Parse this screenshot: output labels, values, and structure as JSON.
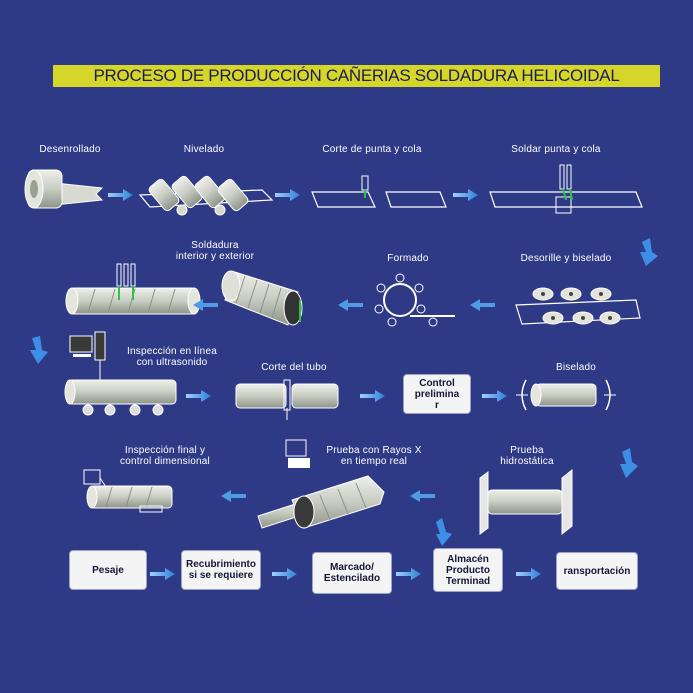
{
  "title": "PROCESO DE PRODUCCIÓN CAÑERIAS SOLDADURA HELICOIDAL",
  "steps": {
    "desenrollado": "Desenrollado",
    "nivelado": "Nivelado",
    "corte_punta": "Corte de punta y cola",
    "soldar_punta": "Soldar punta y cola",
    "desorille": "Desorille y biselado",
    "formado": "Formado",
    "soldadura": "Soldadura\ninterior y exterior",
    "inspeccion_ultrasonido": "Inspección en línea\ncon  ultrasonido",
    "corte_tubo": "Corte del tubo",
    "biselado": "Biselado",
    "prueba_hidro": "Prueba\nhidrostática",
    "rayos_x": "Prueba con Rayos X\nen  tiempo real",
    "inspeccion_final": "Inspección final y\ncontrol dimensional"
  },
  "boxes": {
    "control": "Control\nprelimina\nr",
    "pesaje": "Pesaje",
    "recubrimiento": "Recubrimiento\nsi se requiere",
    "marcado": "Marcado/\nEstencilado",
    "almacen": "Almacén\nProducto\nTerminad",
    "transportacion": "ransportación"
  },
  "colors": {
    "background": "#2e3a86",
    "title_band": "#d6d62a",
    "arrow": "#4f9be6",
    "pipe": "#cfd3c9",
    "outline": "#ffffff"
  }
}
